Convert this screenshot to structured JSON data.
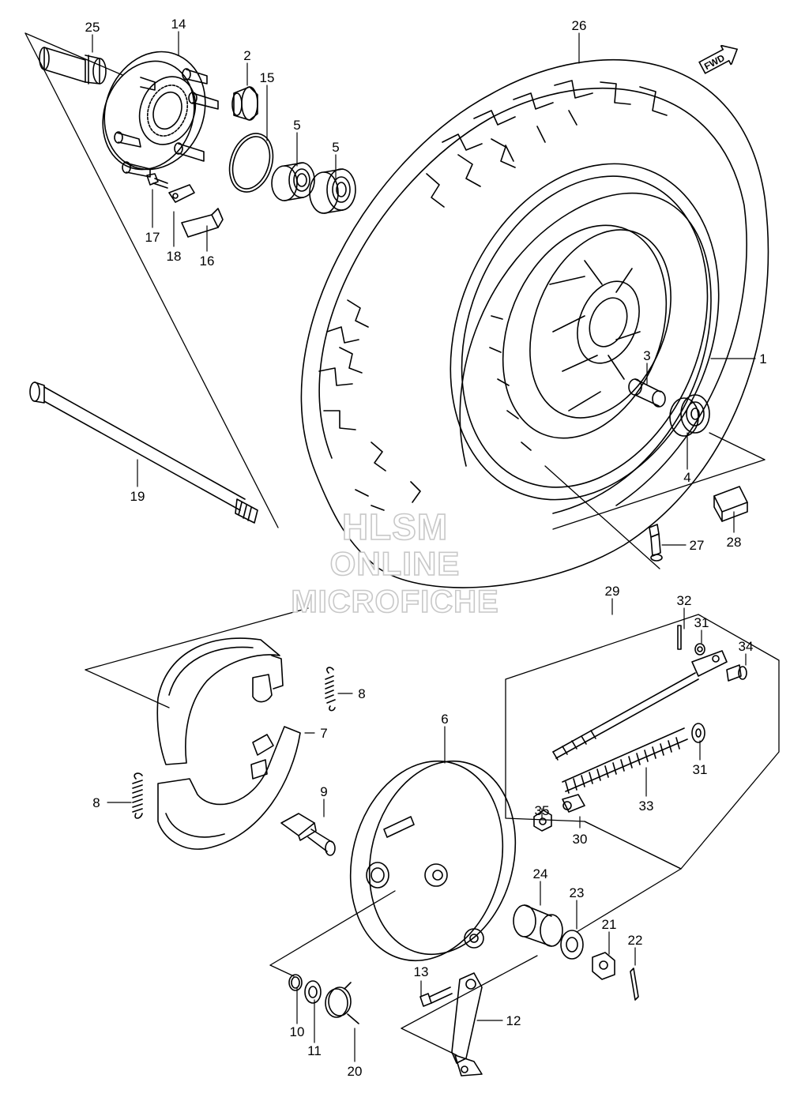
{
  "watermark": {
    "line1": "HLSM",
    "line2": "ONLINE",
    "line3": "MICROFICHE"
  },
  "fwd_label": "FWD",
  "callouts": [
    "25",
    "14",
    "2",
    "15",
    "5",
    "5",
    "17",
    "18",
    "16",
    "19",
    "26",
    "1",
    "3",
    "4",
    "27",
    "28",
    "29",
    "32",
    "31",
    "34",
    "8",
    "7",
    "8",
    "9",
    "6",
    "31",
    "33",
    "35",
    "30",
    "24",
    "23",
    "21",
    "22",
    "13",
    "12",
    "10",
    "11",
    "20"
  ]
}
